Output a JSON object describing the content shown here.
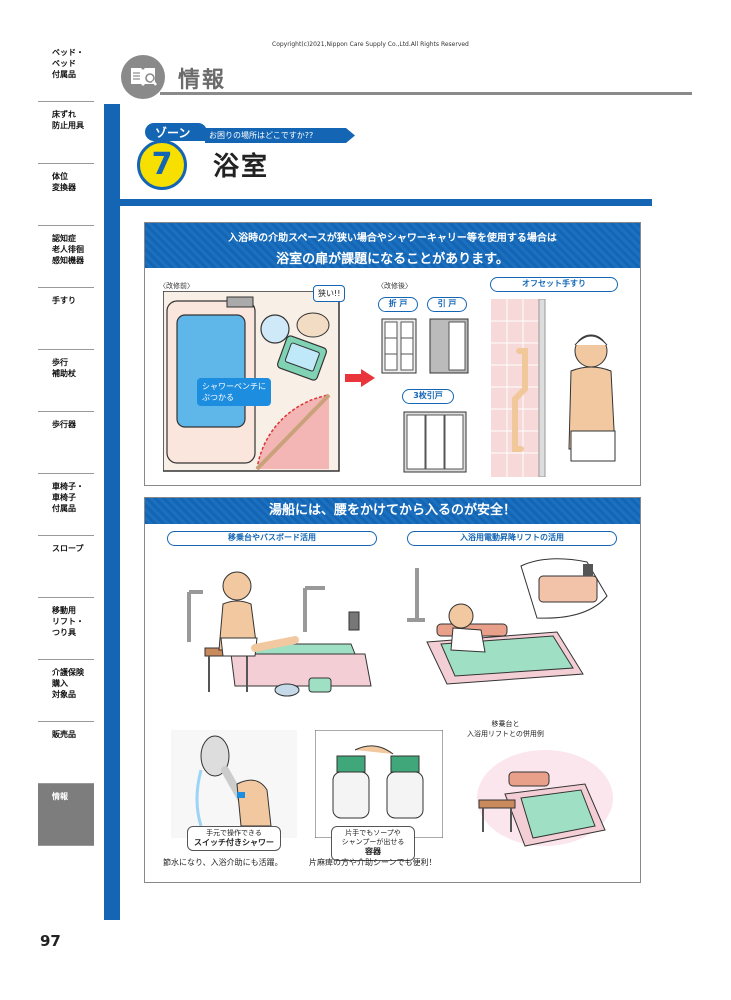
{
  "copyright": "Copyright(c)2021,Nippon Care Supply Co.,Ltd.All Rights Reserved",
  "side_index": [
    {
      "label": "ベッド・\nベッド\n付属品",
      "active": false
    },
    {
      "label": "床ずれ\n防止用具",
      "active": false
    },
    {
      "label": "体位\n変換器",
      "active": false
    },
    {
      "label": "認知症\n老人徘徊\n感知機器",
      "active": false
    },
    {
      "label": "手すり",
      "active": false
    },
    {
      "label": "歩行\n補助杖",
      "active": false
    },
    {
      "label": "歩行器",
      "active": false
    },
    {
      "label": "車椅子・\n車椅子\n付属品",
      "active": false
    },
    {
      "label": "スロープ",
      "active": false
    },
    {
      "label": "移動用\nリフト・\nつり具",
      "active": false
    },
    {
      "label": "介護保険\n購入\n対象品",
      "active": false
    },
    {
      "label": "販売品",
      "active": false
    },
    {
      "label": "情報",
      "active": true
    }
  ],
  "header": {
    "title": "情報"
  },
  "zone": {
    "tab": "ゾーン",
    "number": "7",
    "question": "お困りの場所はどこですか??",
    "title": "浴室"
  },
  "panel_top": {
    "banner_line1": "入浴時の介助スペースが狭い場合やシャワーキャリー等を使用する場合は",
    "banner_line2": "浴室の扉が課題になることがあります。",
    "before_label": "〈改修前〉",
    "after_label": "〈改修後〉",
    "callout_narrow": "狭い!!",
    "callout_bench": "シャワーベンチに\nぶつかる",
    "door_fold": "折 戸",
    "door_slide": "引 戸",
    "door_three": "3枚引戸",
    "offset_rail": "オフセット手すり"
  },
  "panel_bottom": {
    "banner": "湯船には、腰をかけてから入るのが安全！",
    "left_title": "移乗台やバスボード活用",
    "right_title": "入浴用電動昇降リフトの活用",
    "combo_label": "移乗台と\n入浴用リフトとの併用例",
    "shower_caption_small": "手元で操作できる",
    "shower_caption_big": "スイッチ付きシャワー",
    "container_caption_small": "片手でもソープや\nシャンプーが出せる",
    "container_caption_big": "容器",
    "shower_note": "節水になり、入浴介助にも活躍。",
    "container_note": "片麻痺の方や介助シーンでも便利！"
  },
  "page_number": "97",
  "colors": {
    "brand_blue": "#1466b4",
    "zone_yellow": "#f7e000",
    "gray": "#8a8a8a",
    "arrow_red": "#e8343a"
  }
}
